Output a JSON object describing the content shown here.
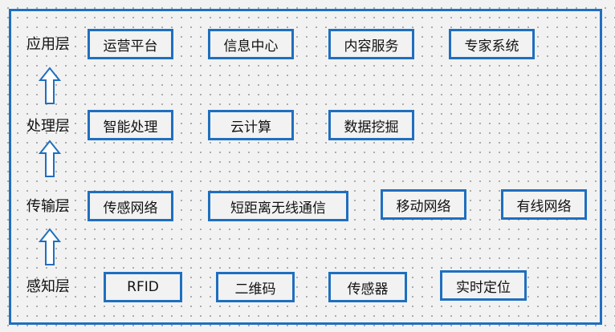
{
  "layers": [
    {
      "name": "应用层",
      "items": [
        "运营平台",
        "信息中心",
        "内容服务",
        "专家系统"
      ]
    },
    {
      "name": "处理层",
      "items": [
        "智能处理",
        "云计算",
        "数据挖掘"
      ]
    },
    {
      "name": "传输层",
      "items": [
        "传感网络",
        "短距离无线通信",
        "移动网络",
        "有线网络"
      ]
    },
    {
      "name": "感知层",
      "items": [
        "RFID",
        "二维码",
        "传感器",
        "实时定位"
      ]
    }
  ],
  "colors": {
    "border": "#1f6fbf",
    "background": "#f2f2f2",
    "text": "#111111"
  }
}
